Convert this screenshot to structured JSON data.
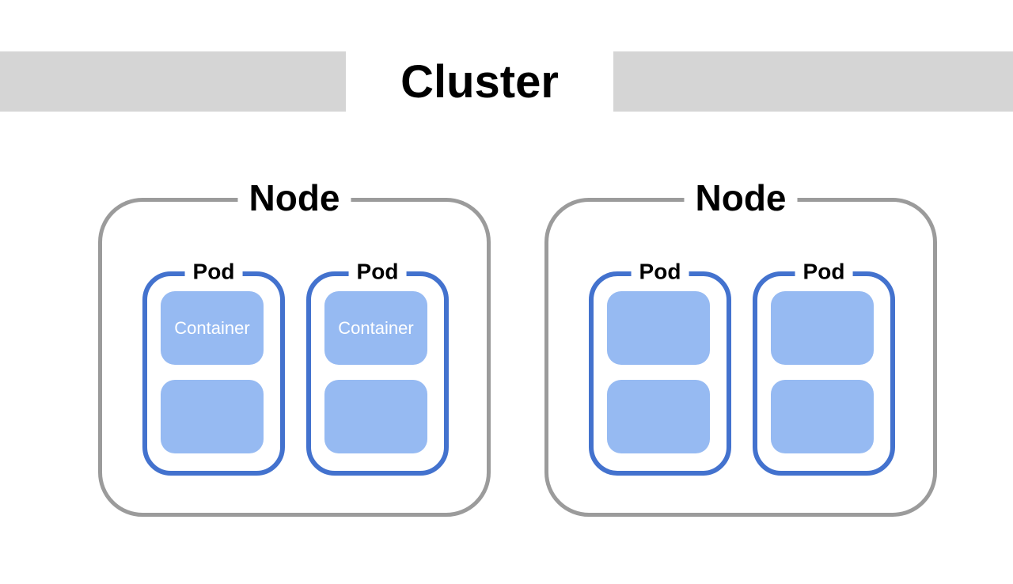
{
  "title": {
    "label": "Cluster"
  },
  "colors": {
    "background": "#ffffff",
    "title_bar_gray": "#d5d5d5",
    "node_border_gray": "#9b9b9b",
    "pod_border_blue": "#4372ce",
    "container_fill_blue": "#96baf2",
    "container_text": "#ffffff",
    "label_text": "#000000"
  },
  "nodes": [
    {
      "label": "Node",
      "pods": [
        {
          "label": "Pod",
          "containers": [
            {
              "label": "Container"
            },
            {
              "label": ""
            }
          ]
        },
        {
          "label": "Pod",
          "containers": [
            {
              "label": "Container"
            },
            {
              "label": ""
            }
          ]
        }
      ]
    },
    {
      "label": "Node",
      "pods": [
        {
          "label": "Pod",
          "containers": [
            {
              "label": ""
            },
            {
              "label": ""
            }
          ]
        },
        {
          "label": "Pod",
          "containers": [
            {
              "label": ""
            },
            {
              "label": ""
            }
          ]
        }
      ]
    }
  ]
}
